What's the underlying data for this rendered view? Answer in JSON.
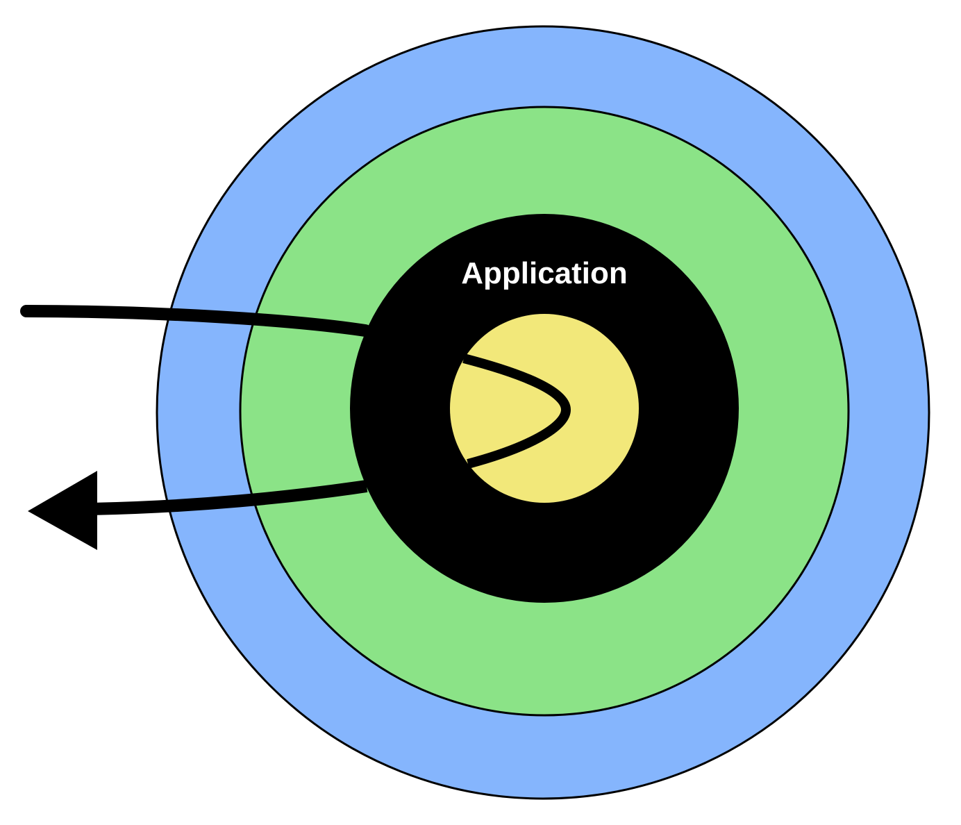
{
  "diagram": {
    "layers": [
      {
        "id": "outer",
        "color": "#85b5fd"
      },
      {
        "id": "middle",
        "color": "#8be387"
      },
      {
        "id": "application",
        "color": "#000000",
        "label": "Application",
        "label_color": "#ffffff"
      },
      {
        "id": "core",
        "color": "#f2e87a"
      }
    ],
    "flow": {
      "color": "#000000",
      "direction": "in-and-back-out",
      "arrowhead": "left"
    }
  }
}
